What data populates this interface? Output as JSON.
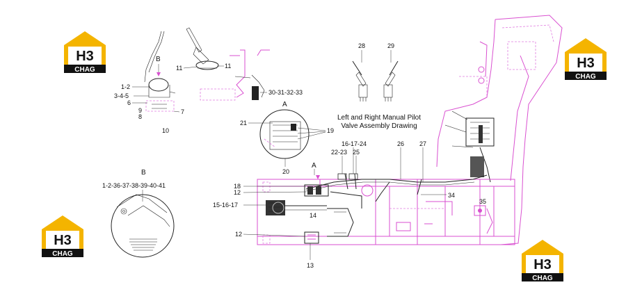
{
  "caption": {
    "line1": "Left and Right Manual Pilot",
    "line2": "Valve Assembly Drawing"
  },
  "logos": [
    {
      "mark": "H3",
      "word": "CHAG"
    },
    {
      "mark": "H3",
      "word": "CHAG"
    },
    {
      "mark": "H3",
      "word": "CHAG"
    },
    {
      "mark": "H3",
      "word": "CHAG"
    }
  ],
  "labels": {
    "n1_2": "1-2",
    "n3_4_5": "3-4-5",
    "n6": "6",
    "n7": "7",
    "n8": "8",
    "n9": "9",
    "n10": "10",
    "nB_top": "B",
    "n11a": "11",
    "n11b": "11",
    "n30_33": "30-31-32-33",
    "n28": "28",
    "n29": "29",
    "nA_top": "A",
    "n21": "21",
    "n19": "19",
    "n20": "20",
    "n16_24": "16-17-24",
    "n22_23": "22-23",
    "n25": "25",
    "n26": "26",
    "n27": "27",
    "nA_mid": "A",
    "n18": "18",
    "n12a": "12",
    "n15_17": "15-16-17",
    "n14": "14",
    "n12b": "12",
    "n13": "13",
    "n34": "34",
    "n35": "35",
    "nB_bot": "B",
    "n1_41": "1-2-36-37-38-39-40-41"
  }
}
